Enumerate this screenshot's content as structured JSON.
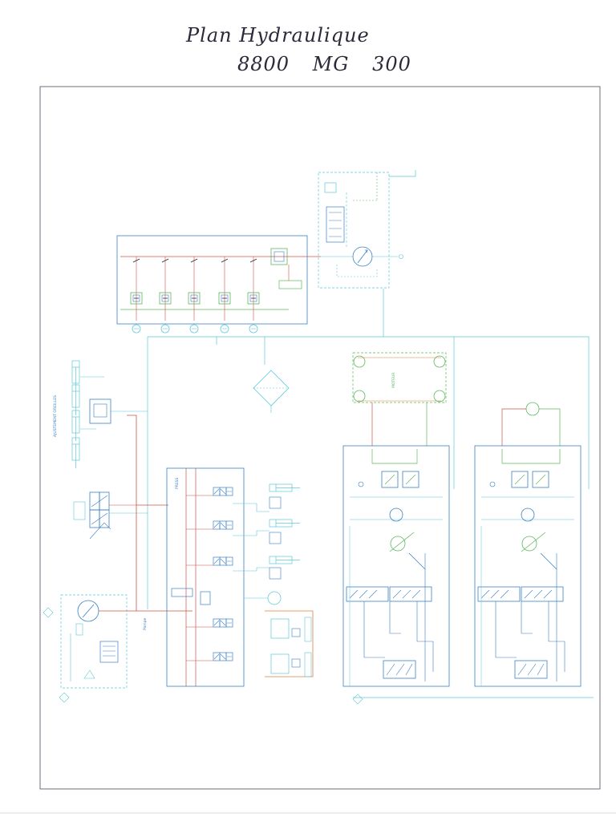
{
  "header": {
    "title_line1": "Plan Hydraulique",
    "title_line2": "8800  MG 300"
  },
  "colors": {
    "paper": "#ffffff",
    "ink": "#2a2a3a",
    "frame": "#6e6e78",
    "return_line": "#5bc8d8",
    "pressure_line": "#d0504a",
    "pilot_line": "#5cb85c",
    "enclosure": "#3b7fc4",
    "valve": "#3b7fc4"
  },
  "labels": {
    "ajustement": "AJUSTEMENT OREILLES",
    "pompe": "Pompe",
    "moteur_right": "MOTEUR",
    "vertical_center": "PRESS"
  },
  "icons": {
    "pump": "pump-symbol-icon",
    "motor": "motor-symbol-icon",
    "filter": "filter-symbol-icon",
    "cylinder": "cylinder-symbol-icon",
    "tank": "tank-symbol-icon",
    "valve": "valve-symbol-icon"
  }
}
